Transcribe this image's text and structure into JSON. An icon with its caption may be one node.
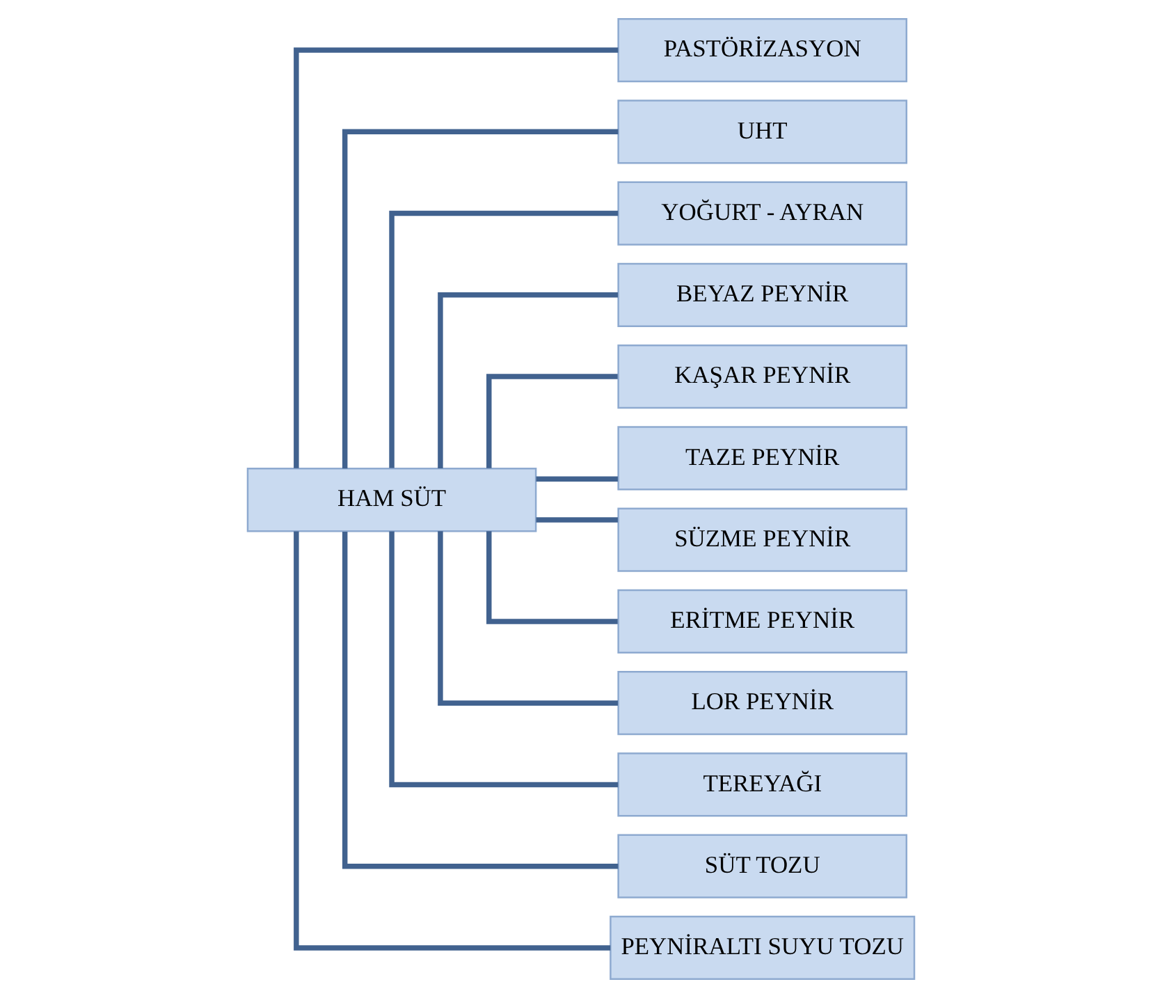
{
  "diagram": {
    "nodes": [
      {
        "text": [
          "HAM SÜT"
        ]
      },
      {
        "text": [
          "PASTÖRİZASYON"
        ]
      },
      {
        "text": [
          "UHT"
        ]
      },
      {
        "text": [
          "YOĞURT - AYRAN"
        ]
      },
      {
        "text": [
          "BEYAZ PEYNİR"
        ]
      },
      {
        "text": [
          "KAŞAR PEYNİR"
        ]
      },
      {
        "text": [
          "TAZE PEYNİR"
        ]
      },
      {
        "text": [
          "SÜZME PEYNİR"
        ]
      },
      {
        "text": [
          "ERİTME PEYNİR"
        ]
      },
      {
        "text": [
          "LOR PEYNİR"
        ]
      },
      {
        "text": [
          "TEREYAĞI"
        ]
      },
      {
        "text": [
          "SÜT TOZU"
        ]
      },
      {
        "text": [
          "PEYNİRALTI SUYU TOZU"
        ]
      }
    ],
    "edges": [
      {
        "from": 0,
        "to": 1,
        "arrow": "none"
      },
      {
        "from": 0,
        "to": 2,
        "arrow": "none"
      },
      {
        "from": 0,
        "to": 3,
        "arrow": "none"
      },
      {
        "from": 0,
        "to": 4,
        "arrow": "none"
      },
      {
        "from": 0,
        "to": 5,
        "arrow": "none"
      },
      {
        "from": 0,
        "to": 6,
        "arrow": "none"
      },
      {
        "from": 0,
        "to": 7,
        "arrow": "none"
      },
      {
        "from": 0,
        "to": 8,
        "arrow": "none"
      },
      {
        "from": 0,
        "to": 9,
        "arrow": "none"
      },
      {
        "from": 0,
        "to": 10,
        "arrow": "none"
      },
      {
        "from": 0,
        "to": 11,
        "arrow": "none"
      },
      {
        "from": 0,
        "to": 12,
        "arrow": "none"
      }
    ]
  }
}
